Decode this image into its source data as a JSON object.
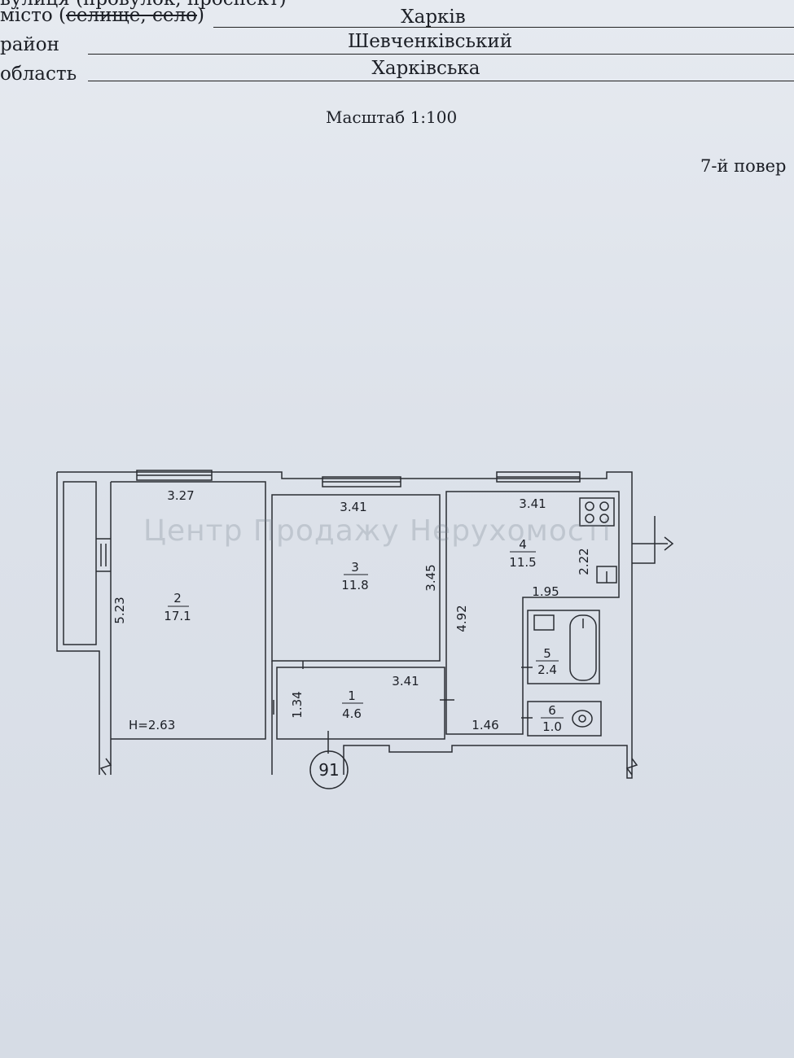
{
  "header": {
    "street_label_cut": "вулиця (провулок, проспект)",
    "city_label_prefix": "місто (",
    "city_label_struck": "селище, село",
    "city_label_suffix": ")",
    "city_value": "Харків",
    "district_label": "район",
    "district_value": "Шевченківський",
    "region_label": "область",
    "region_value": "Харківська"
  },
  "scale_label": "Масштаб 1:100",
  "floor_label": "7-й повер",
  "watermark": "Центр Продажу Нерухомості",
  "plan": {
    "ceiling_height": "H=2.63",
    "stair_number": "91",
    "rooms": [
      {
        "number": "2",
        "area": "17.1",
        "width": "3.27",
        "length": "5.23"
      },
      {
        "number": "3",
        "area": "11.8",
        "width": "3.41",
        "length": "3.45"
      },
      {
        "number": "4",
        "area": "11.5",
        "width": "3.41",
        "length": "2.22"
      },
      {
        "number": "1",
        "area": "4.6",
        "width": "3.41",
        "length": "1.34"
      },
      {
        "number": "5",
        "area": "2.4"
      },
      {
        "number": "6",
        "area": "1.0"
      }
    ],
    "extra_dims": {
      "hall_length": "4.92",
      "hall_width": "1.95",
      "hall_short": "1.46"
    }
  }
}
